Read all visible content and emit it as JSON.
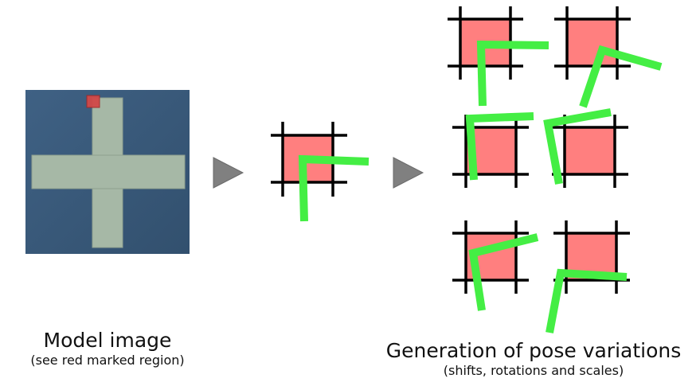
{
  "captions": {
    "model_title": "Model image",
    "model_note": "(see red marked region)",
    "poses_title": "Generation of pose variations",
    "poses_note": "(shifts, rotations and scales)"
  },
  "colors": {
    "background": "#ffffff",
    "model_background": "#3a5a7a",
    "cross": "#a6b8a6",
    "marked_region": "#ff7f7f",
    "marked_region_border": "#c43a3a",
    "grid_lines": "#000000",
    "pose_lines": "#44ee44",
    "arrow": "#808080"
  },
  "icons": [
    "arrow-right-icon",
    "arrow-right-icon"
  ]
}
